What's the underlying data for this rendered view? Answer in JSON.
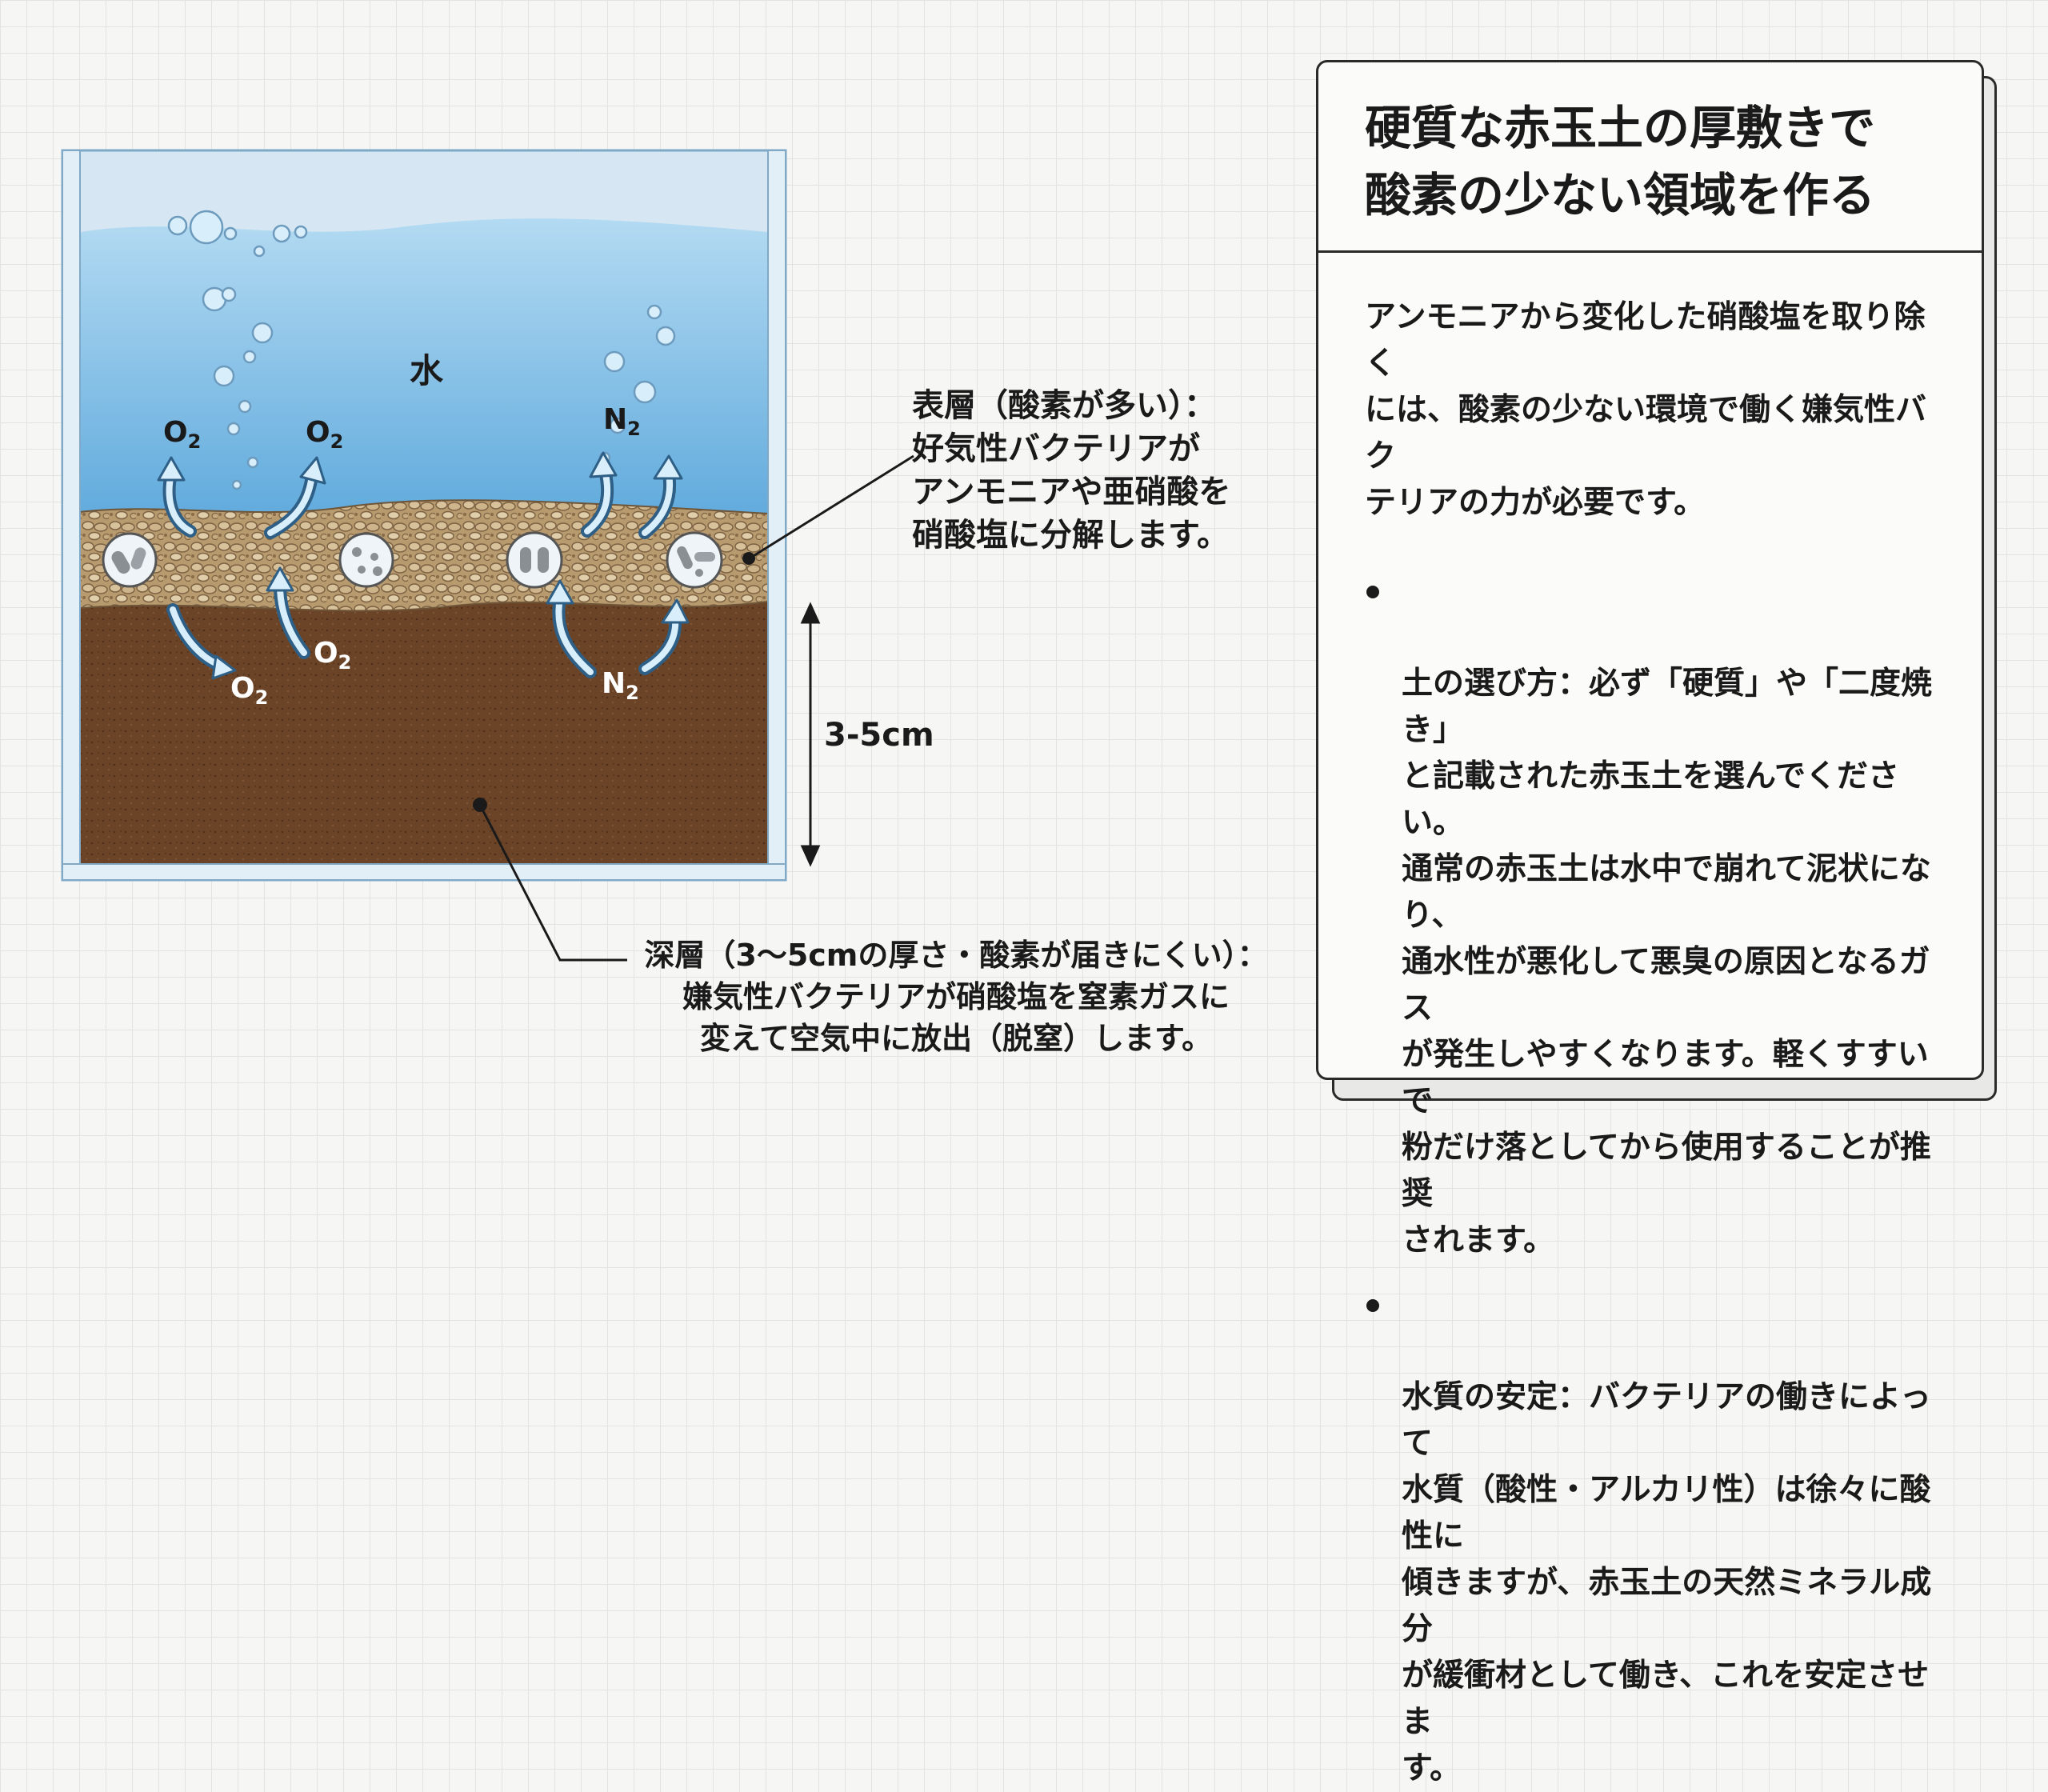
{
  "diagram": {
    "water_label": "水",
    "thickness_label": "3-5cm",
    "surface_callout": "表層（酸素が多い）：\n好気性バクテリアが\nアンモニアや亜硝酸を\n硝酸塩に分解します。",
    "deep_callout": "深層（3〜5cmの厚さ・酸素が届きにくい）：\n嫌気性バクテリアが硝酸塩を窒素ガスに\n変えて空気中に放出（脱窒）します。",
    "gases": {
      "o2_up_left": "O",
      "o2_up_right": "O",
      "n2_up": "N",
      "o2_down_left": "O",
      "o2_down_right": "O",
      "n2_down": "N",
      "sub_2": "2"
    },
    "colors": {
      "water_top": "#a7d2ee",
      "water_bottom": "#5aa7db",
      "gravel": "#b99c72",
      "soil": "#6b4428",
      "tank_wall": "#cfe3f1"
    }
  },
  "card": {
    "title": "硬質な赤玉土の厚敷きで\n酸素の少ない領域を作る",
    "intro": "アンモニアから変化した硝酸塩を取り除く\nには、酸素の少ない環境で働く嫌気性バク\nテリアの力が必要です。",
    "bullets": [
      {
        "text": "土の選び方：必ず「硬質」や「二度焼き」\nと記載された赤玉土を選んでください。\n通常の赤玉土は水中で崩れて泥状になり、\n通水性が悪化して悪臭の原因となるガス\nが発生しやすくなります。軽くすすいで\n粉だけ落としてから使用することが推奨\nされます。"
      },
      {
        "text": "水質の安定：バクテリアの働きによって\n水質（酸性・アルカリ性）は徐々に酸性に\n傾きますが、赤玉土の天然ミネラル成分\nが緩衝材として働き、これを安定させま\nす。"
      }
    ]
  }
}
